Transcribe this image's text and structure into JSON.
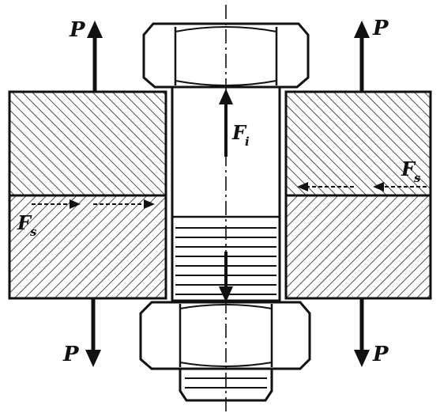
{
  "labels": {
    "p_top_left": "P",
    "p_top_right": "P",
    "p_bottom_left": "P",
    "p_bottom_right": "P",
    "fi_main": "F",
    "fi_sub": "i",
    "fs_left_main": "F",
    "fs_left_sub": "s",
    "fs_right_main": "F",
    "fs_right_sub": "s"
  },
  "colors": {
    "ink": "#111111",
    "paper": "#ffffff"
  }
}
